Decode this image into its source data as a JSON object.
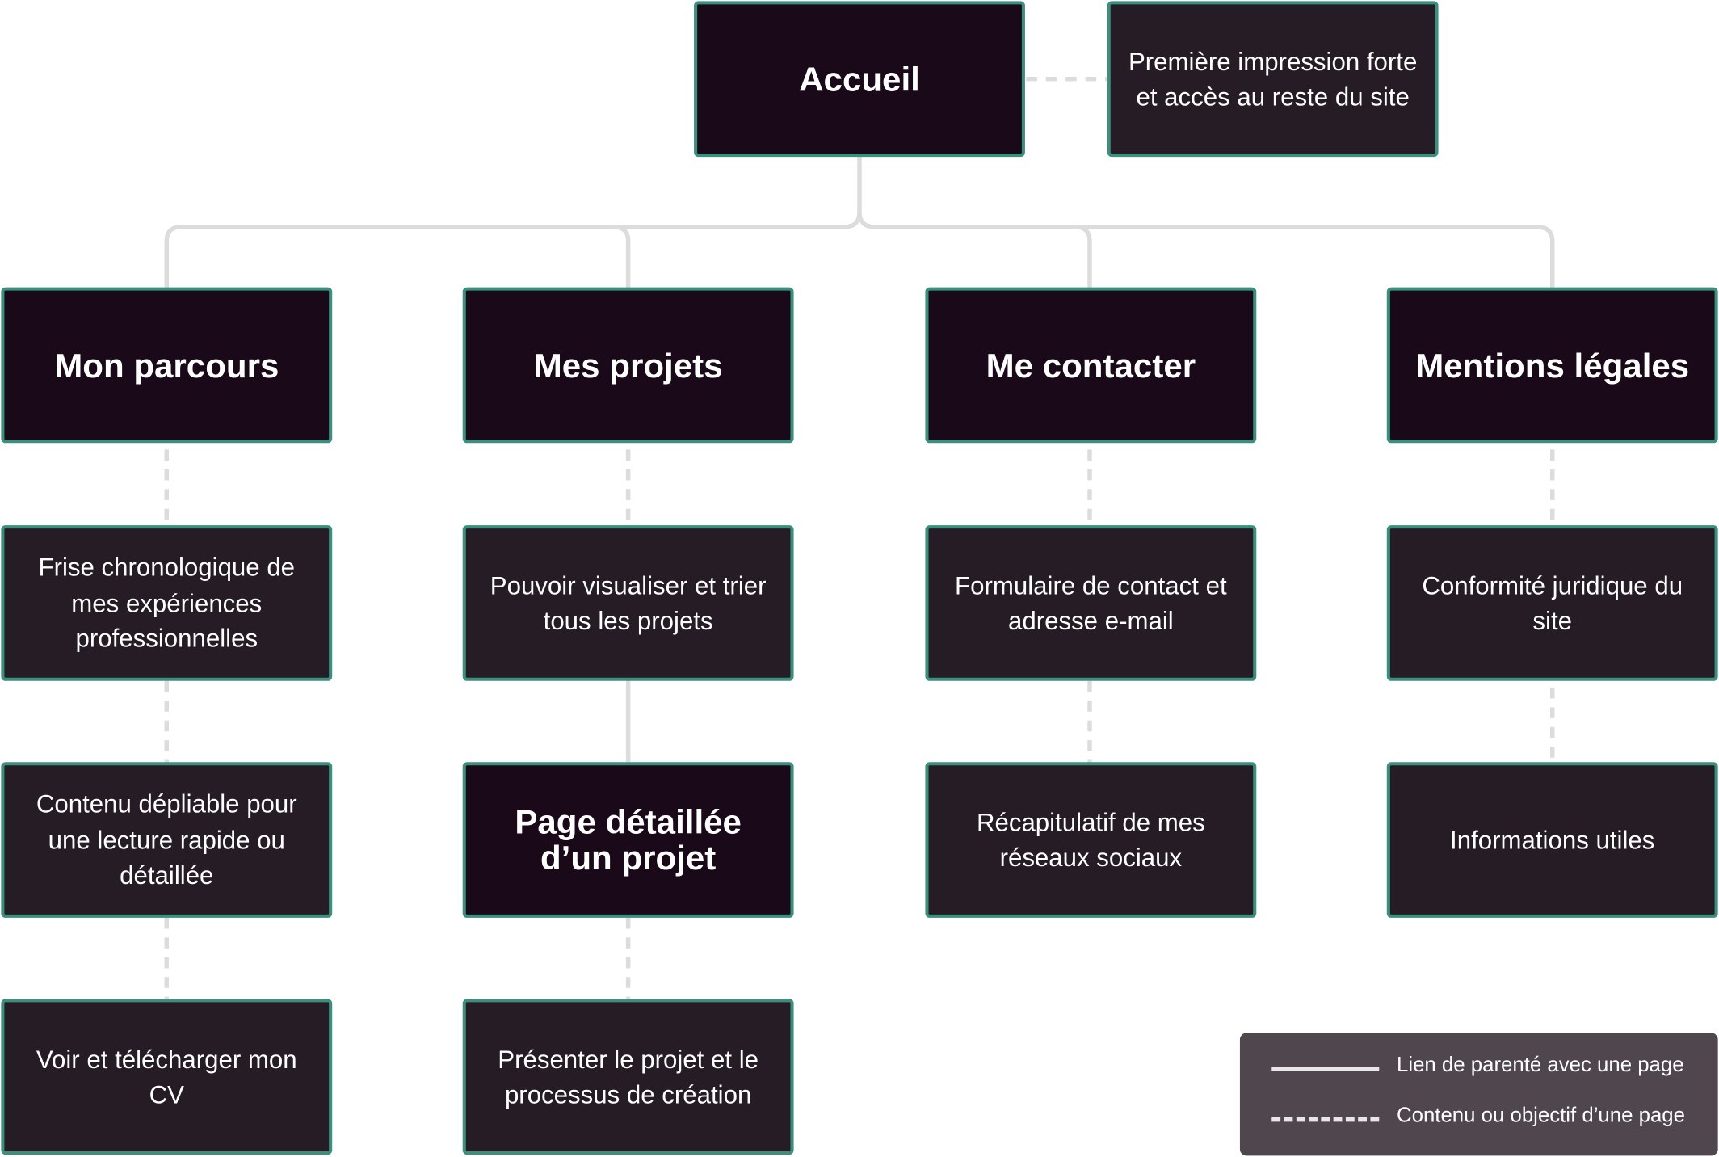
{
  "home": {
    "title": "Accueil",
    "purpose": "Première impression forte et accès au reste du site"
  },
  "sections": [
    {
      "title": "Mon parcours",
      "contents": [
        "Frise chronologique de mes expériences professionnelles",
        "Contenu dépliable pour une lecture rapide ou détaillée",
        "Voir et télécharger mon CV"
      ]
    },
    {
      "title": "Mes projets",
      "contents": [
        "Pouvoir visualiser et trier tous les projets",
        "Présenter le projet et le processus de création"
      ],
      "subpage": {
        "title": "Page détaillée d’un projet"
      }
    },
    {
      "title": "Me contacter",
      "contents": [
        "Formulaire de contact et adresse e-mail",
        "Récapitulatif de mes réseaux sociaux"
      ]
    },
    {
      "title": "Mentions légales",
      "contents": [
        "Conformité juridique du site",
        "Informations utiles"
      ]
    }
  ],
  "legend": {
    "parent_link": "Lien de parenté avec une page",
    "content_link": "Contenu ou objectif d’une page"
  },
  "colors": {
    "page_box": "#1a0919",
    "content_box": "#251c25",
    "border": "#3b8f7c",
    "connector": "#dcdcdc",
    "legend_bg": "#4f464e"
  }
}
